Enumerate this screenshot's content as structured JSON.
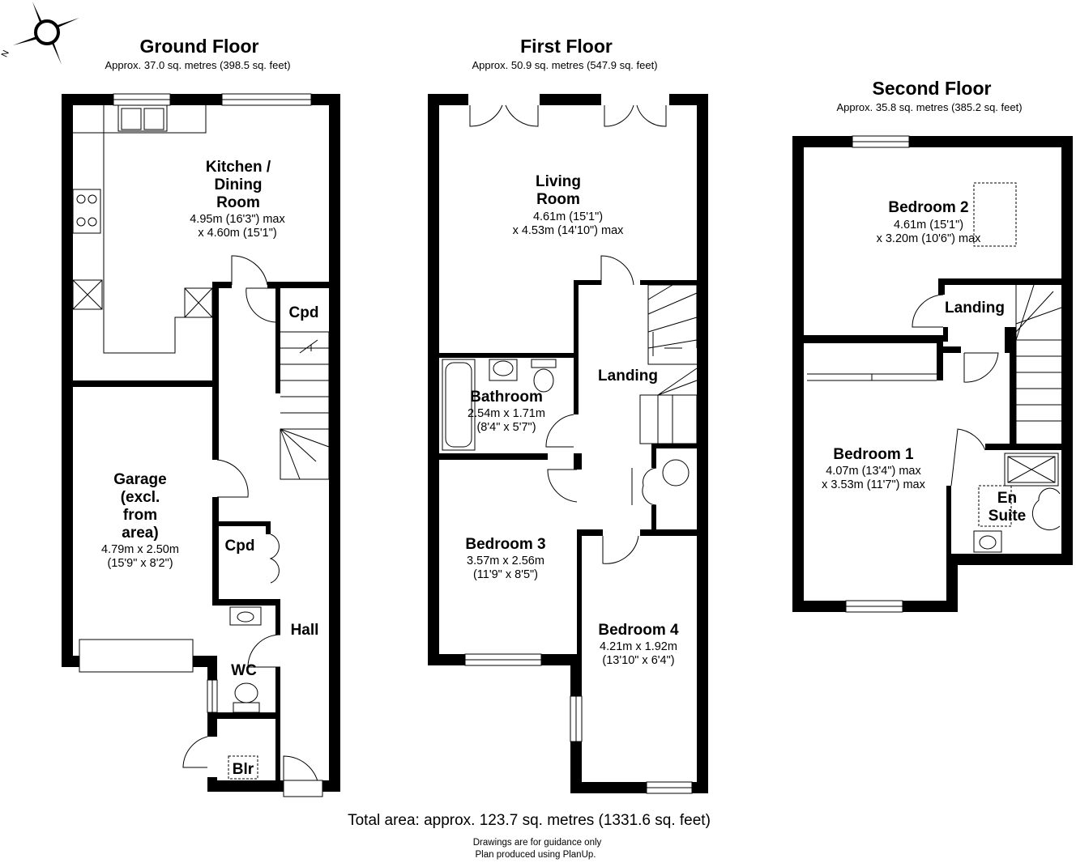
{
  "compass": {
    "icon": "compass-icon",
    "north_label": "N"
  },
  "floors": {
    "ground": {
      "title": "Ground Floor",
      "area": "Approx. 37.0 sq. metres (398.5 sq. feet)",
      "rooms": {
        "kitchen": {
          "name": [
            "Kitchen /",
            "Dining",
            "Room"
          ],
          "dims": [
            "4.95m (16'3\") max",
            "x 4.60m (15'1\")"
          ]
        },
        "garage": {
          "name": [
            "Garage",
            "(excl.",
            "from",
            "area)"
          ],
          "dims": [
            "4.79m x 2.50m",
            "(15'9\" x 8'2\")"
          ]
        },
        "cpd_upper": "Cpd",
        "cpd_lower": "Cpd",
        "hall": "Hall",
        "wc": "WC",
        "blr": "Blr"
      }
    },
    "first": {
      "title": "First Floor",
      "area": "Approx. 50.9 sq. metres (547.9 sq. feet)",
      "rooms": {
        "living": {
          "name": [
            "Living",
            "Room"
          ],
          "dims": [
            "4.61m (15'1\")",
            "x 4.53m (14'10\") max"
          ]
        },
        "bathroom": {
          "name": "Bathroom",
          "dims": [
            "2.54m x 1.71m",
            "(8'4\" x 5'7\")"
          ]
        },
        "landing": "Landing",
        "bedroom3": {
          "name": "Bedroom 3",
          "dims": [
            "3.57m x 2.56m",
            "(11'9\" x 8'5\")"
          ]
        },
        "bedroom4": {
          "name": "Bedroom 4",
          "dims": [
            "4.21m x 1.92m",
            "(13'10\" x 6'4\")"
          ]
        }
      }
    },
    "second": {
      "title": "Second Floor",
      "area": "Approx. 35.8 sq. metres (385.2 sq. feet)",
      "rooms": {
        "bedroom2": {
          "name": "Bedroom 2",
          "dims": [
            "4.61m (15'1\")",
            "x 3.20m (10'6\") max"
          ]
        },
        "landing": "Landing",
        "bedroom1": {
          "name": "Bedroom 1",
          "dims": [
            "4.07m (13'4\") max",
            "x 3.53m (11'7\") max"
          ]
        },
        "ensuite": {
          "name": [
            "En",
            "Suite"
          ]
        }
      }
    }
  },
  "footer": {
    "total": "Total area: approx. 123.7 sq. metres (1331.6 sq. feet)",
    "note1": "Drawings are for guidance only",
    "note2": "Plan produced using PlanUp."
  }
}
